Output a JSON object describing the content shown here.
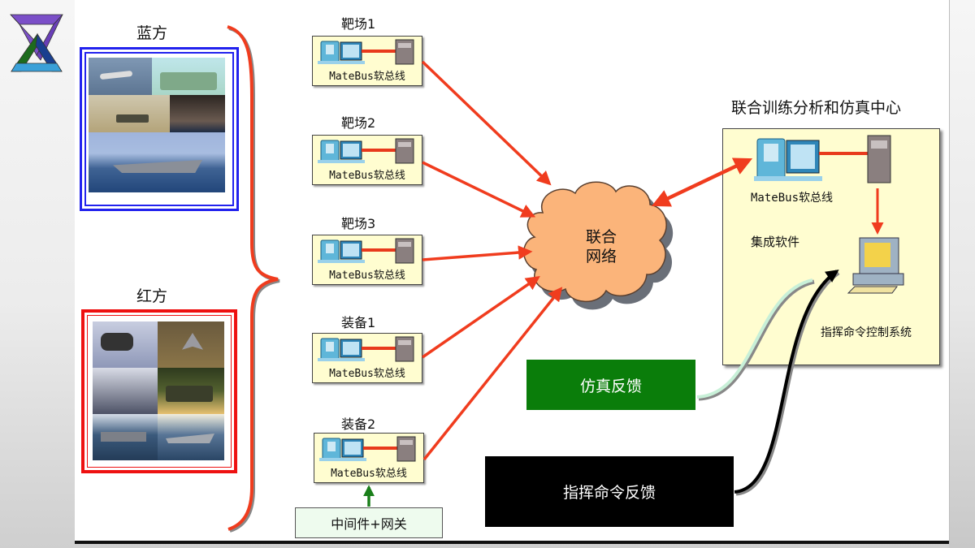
{
  "logo": {
    "icon": "double-triangle-logo-icon",
    "colors": [
      "#7b4fc8",
      "#1d6b1d",
      "#1a3f8f",
      "#3aa0d8"
    ]
  },
  "blue_side": {
    "title": "蓝方",
    "frame_color": "#2222ee",
    "photos": [
      "fighter-jet",
      "tank-camouflage",
      "tanks-desert",
      "landing-craft",
      "destroyer-ship"
    ]
  },
  "red_side": {
    "title": "红方",
    "frame_color": "#ee1111",
    "photos": [
      "attack-helicopter",
      "fighter-jet",
      "soldiers-vehicle",
      "armored-vehicle",
      "aircraft-carrier",
      "destroyer-ship"
    ]
  },
  "nodes": [
    {
      "title": "靶场1",
      "caption": "MateBus软总线"
    },
    {
      "title": "靶场2",
      "caption": "MateBus软总线"
    },
    {
      "title": "靶场3",
      "caption": "MateBus软总线"
    },
    {
      "title": "装备1",
      "caption": "MateBus软总线"
    },
    {
      "title": "装备2",
      "caption": "MateBus软总线"
    }
  ],
  "gateway": {
    "label": "中间件+网关"
  },
  "network": {
    "line1": "联合",
    "line2": "网络",
    "fill": "#fbb47a"
  },
  "center": {
    "title": "联合训练分析和仿真中心",
    "bus_caption": "MateBus软总线",
    "integration_label": "集成软件",
    "command_system_label": "指挥命令控制系统"
  },
  "feedback": {
    "simulation": "仿真反馈",
    "command": "指挥命令反馈"
  },
  "colors": {
    "arrow": "#f03c1e",
    "node_fill": "#fffdd0",
    "sim_feedback_fill": "#0a7d0a",
    "command_feedback_fill": "#000000",
    "gateway_arrow": "#1a7f1a"
  }
}
